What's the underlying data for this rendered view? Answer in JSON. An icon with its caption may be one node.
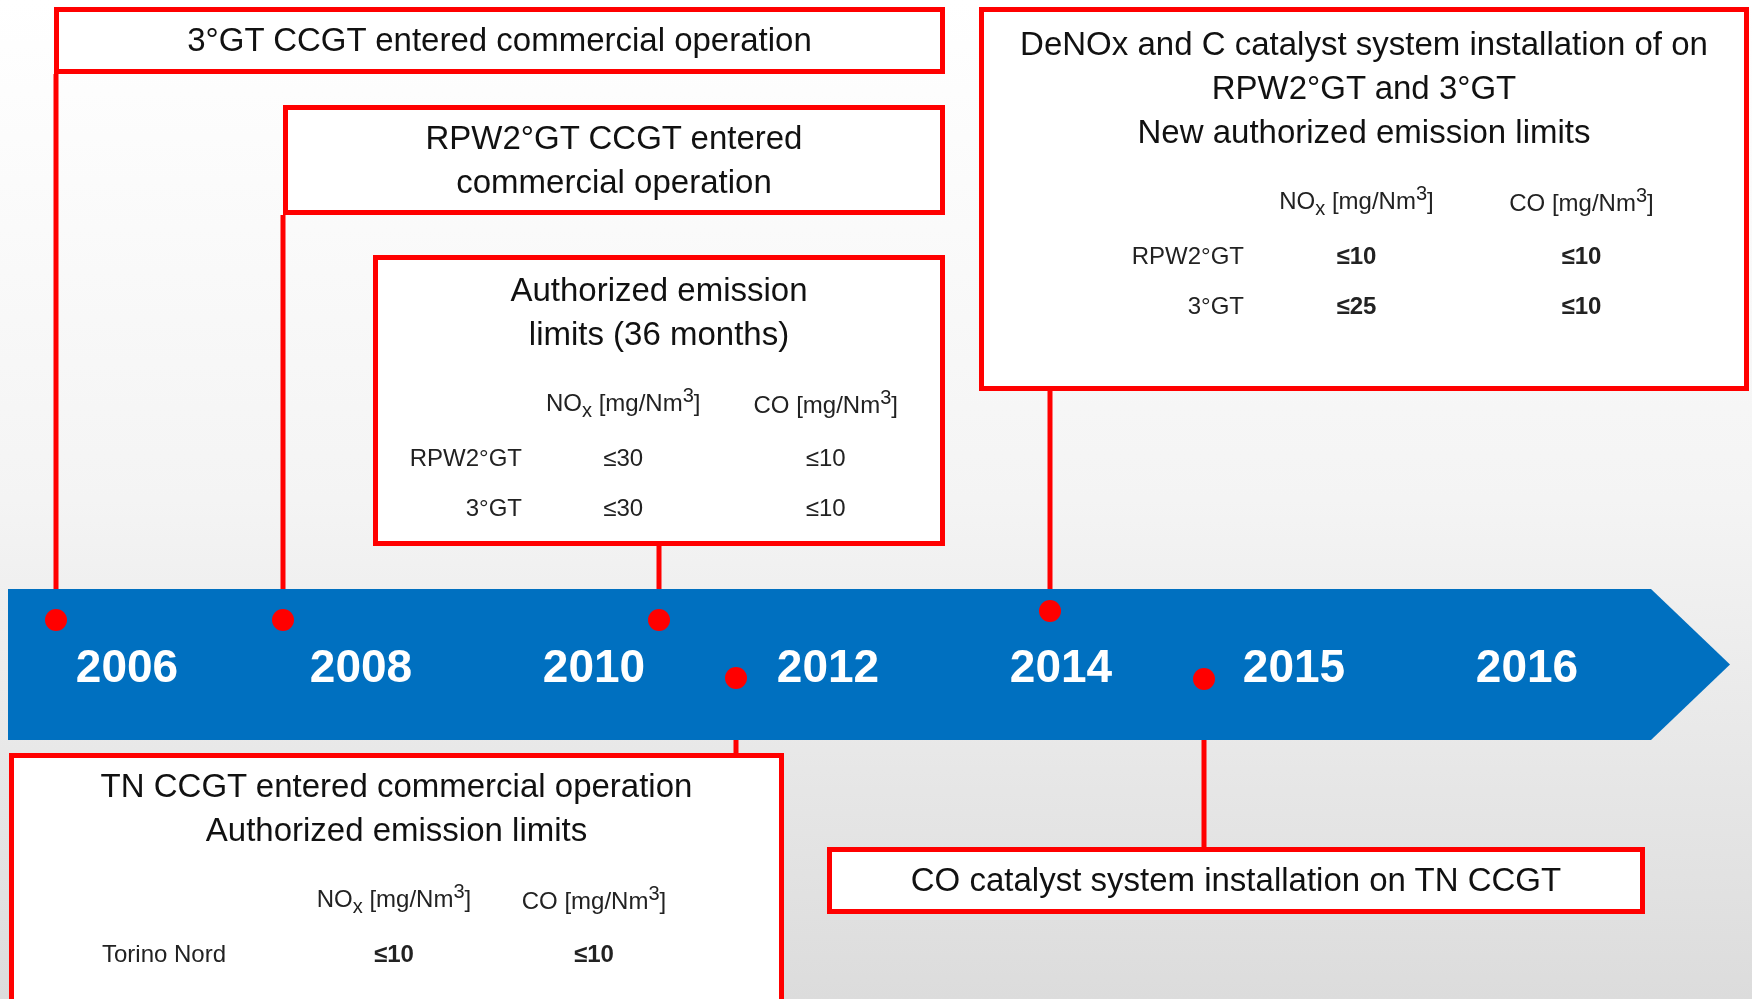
{
  "diagram": {
    "nodes": [
      {
        "text": [
          "3°GT CCGT entered commercial operation"
        ]
      },
      {
        "text": [
          "DeNOx and C catalyst system installation of on RPW2°GT and 3°GT",
          "New authorized emission limits",
          "NO$_{x}$ [mg/Nm$^{3}$]",
          "CO [mg/Nm$^{3}$]",
          "RPW2°GT",
          "≤10",
          "≤10",
          "3°GT",
          "≤25",
          "≤10"
        ]
      },
      {
        "text": [
          "RPW2°GT CCGT entered commercial operation"
        ]
      },
      {
        "text": [
          "Authorized emission limits (36 months)",
          "NO$_{x}$ [mg/Nm$^{3}$]",
          "CO [mg/Nm$^{3}$]",
          "RPW2°GT",
          "≤30",
          "≤10",
          "3°GT",
          "≤30",
          "≤10"
        ]
      },
      {
        "text": [
          "2006",
          "2008",
          "2010",
          "2012",
          "2014",
          "2015",
          "2016"
        ]
      },
      {
        "text": [],
        "shape": "circle",
        "in": 4
      },
      {
        "text": [],
        "shape": "circle",
        "in": 4
      },
      {
        "text": [],
        "shape": "circle",
        "in": 4
      },
      {
        "text": [],
        "shape": "circle",
        "in": 4
      },
      {
        "text": [],
        "shape": "circle",
        "in": 4
      },
      {
        "text": [],
        "shape": "circle",
        "in": 4
      },
      {
        "text": [
          "TN CCGT entered commercial operation",
          "Authorized emission limits",
          "NO$_{x}$ [mg/Nm$^{3}$]",
          "CO [mg/Nm$^{3}$]",
          "Torino Nord",
          "≤10",
          "≤10"
        ]
      },
      {
        "text": [
          "CO catalyst system installation on TN CCGT"
        ]
      }
    ],
    "edges": [
      {
        "from": 0,
        "to": 5,
        "arrow": "none"
      },
      {
        "from": 2,
        "to": 6,
        "arrow": "none"
      },
      {
        "from": 3,
        "to": 7,
        "arrow": "none"
      },
      {
        "from": 11,
        "to": 8,
        "arrow": "none"
      },
      {
        "from": 1,
        "to": 9,
        "arrow": "none"
      },
      {
        "from": 12,
        "to": 10,
        "arrow": "none"
      }
    ]
  }
}
